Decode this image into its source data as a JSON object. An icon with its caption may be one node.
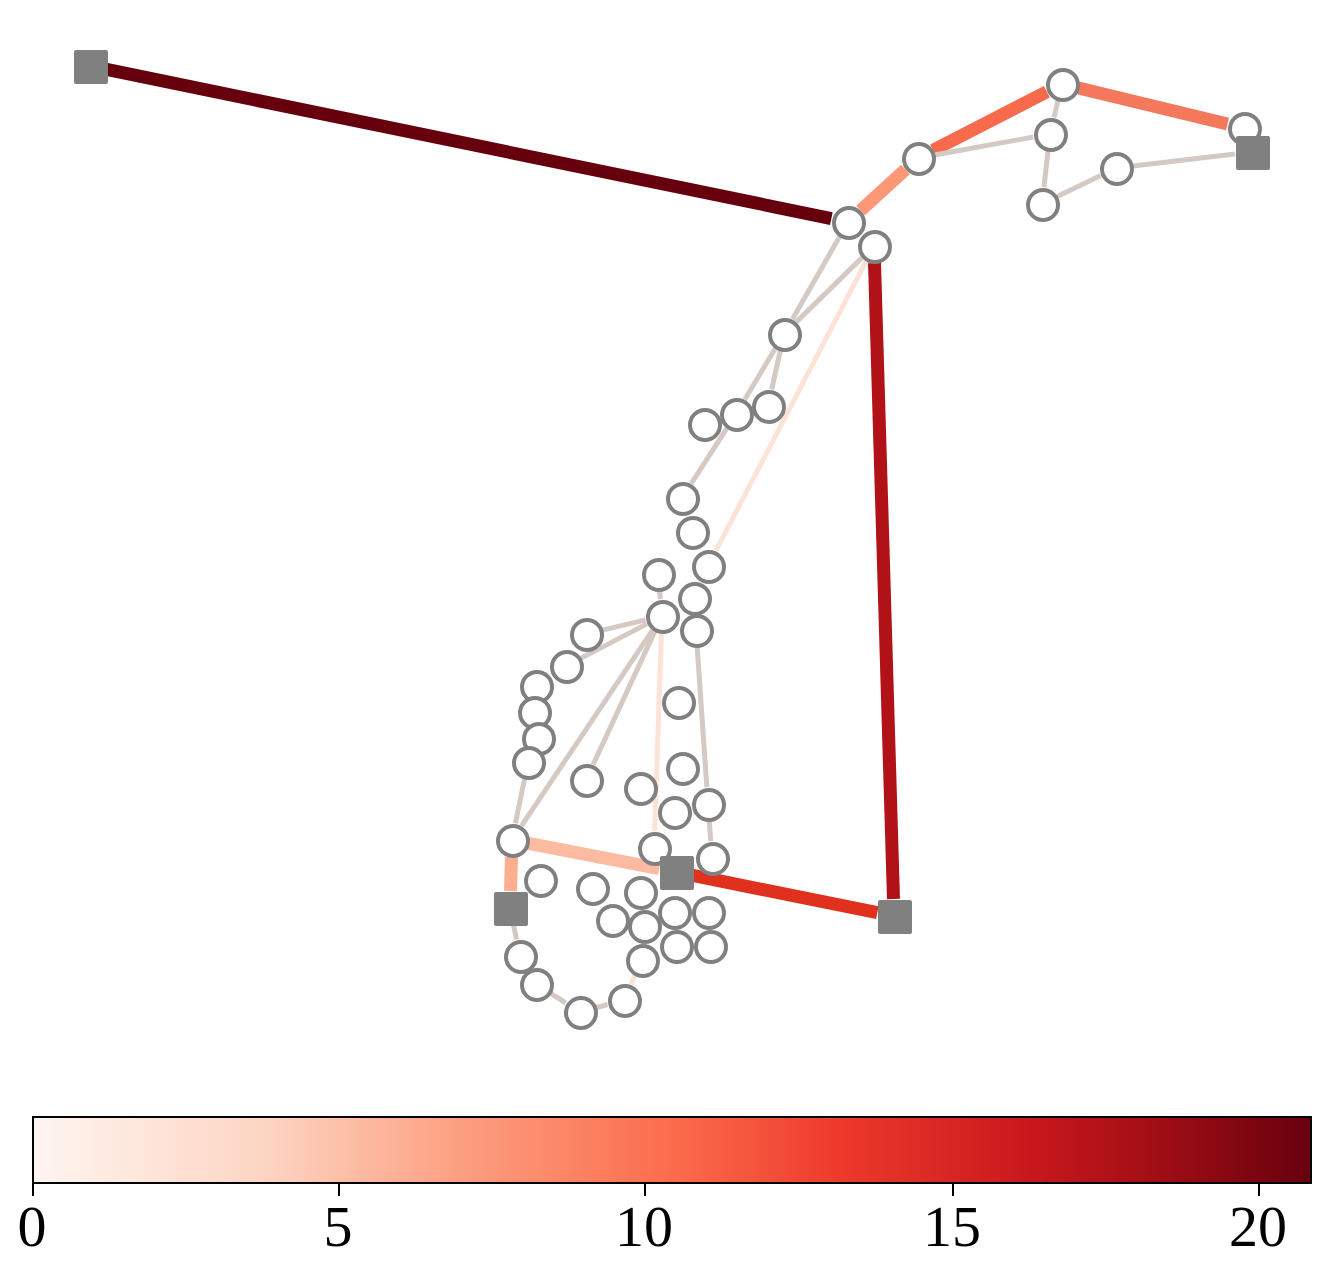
{
  "diagram": {
    "nodes": [
      {
        "text": [],
        "shape": "box"
      },
      {
        "text": [],
        "shape": "circle"
      },
      {
        "text": [],
        "shape": "circle"
      },
      {
        "text": [],
        "shape": "circle"
      },
      {
        "text": [],
        "shape": "box"
      },
      {
        "text": [],
        "shape": "circle"
      },
      {
        "text": [],
        "shape": "circle"
      },
      {
        "text": [],
        "shape": "circle"
      },
      {
        "text": [],
        "shape": "circle"
      },
      {
        "text": [],
        "shape": "circle"
      },
      {
        "text": [],
        "shape": "circle"
      },
      {
        "text": [],
        "shape": "circle"
      },
      {
        "text": [],
        "shape": "circle"
      },
      {
        "text": [],
        "shape": "circle"
      },
      {
        "text": [],
        "shape": "circle"
      },
      {
        "text": [],
        "shape": "circle"
      },
      {
        "text": [],
        "shape": "circle"
      },
      {
        "text": [],
        "shape": "circle"
      },
      {
        "text": [],
        "shape": "circle"
      },
      {
        "text": [],
        "shape": "circle"
      },
      {
        "text": [],
        "shape": "circle"
      },
      {
        "text": [],
        "shape": "circle"
      },
      {
        "text": [],
        "shape": "circle"
      },
      {
        "text": [],
        "shape": "circle"
      },
      {
        "text": [],
        "shape": "circle"
      },
      {
        "text": [],
        "shape": "circle"
      },
      {
        "text": [],
        "shape": "circle"
      },
      {
        "text": [],
        "shape": "circle"
      },
      {
        "text": [],
        "shape": "circle"
      },
      {
        "text": [],
        "shape": "circle"
      },
      {
        "text": [],
        "shape": "circle"
      },
      {
        "text": [],
        "shape": "circle"
      },
      {
        "text": [],
        "shape": "circle"
      },
      {
        "text": [],
        "shape": "circle"
      },
      {
        "text": [],
        "shape": "circle"
      },
      {
        "text": [],
        "shape": "circle"
      },
      {
        "text": [],
        "shape": "box"
      },
      {
        "text": [],
        "shape": "circle"
      },
      {
        "text": [],
        "shape": "circle"
      },
      {
        "text": [],
        "shape": "circle"
      },
      {
        "text": [],
        "shape": "circle"
      },
      {
        "text": [],
        "shape": "box"
      },
      {
        "text": [],
        "shape": "circle"
      },
      {
        "text": [],
        "shape": "circle"
      },
      {
        "text": [],
        "shape": "box"
      },
      {
        "text": [],
        "shape": "circle"
      },
      {
        "text": [],
        "shape": "circle"
      },
      {
        "text": [],
        "shape": "circle"
      },
      {
        "text": [],
        "shape": "circle"
      },
      {
        "text": [],
        "shape": "circle"
      },
      {
        "text": [],
        "shape": "circle"
      },
      {
        "text": [],
        "shape": "circle"
      },
      {
        "text": [],
        "shape": "circle"
      }
    ],
    "edges": [
      {
        "from": 0,
        "to": 8,
        "arrow": "none",
        "style": "thick",
        "color": "#67000d"
      },
      {
        "from": 9,
        "to": 44,
        "arrow": "none",
        "style": "thick",
        "color": "#b11218"
      },
      {
        "from": 44,
        "to": 36,
        "arrow": "none",
        "style": "thick",
        "color": "#e0301e"
      },
      {
        "from": 8,
        "to": 5,
        "arrow": "none",
        "style": "thick",
        "color": "#fc9777"
      },
      {
        "from": 5,
        "to": 1,
        "arrow": "none",
        "style": "thick",
        "color": "#f86a4c"
      },
      {
        "from": 1,
        "to": 2,
        "arrow": "none",
        "style": "thick",
        "color": "#f4785c"
      },
      {
        "from": 5,
        "to": 3,
        "arrow": "none"
      },
      {
        "from": 1,
        "to": 3,
        "arrow": "none"
      },
      {
        "from": 3,
        "to": 7,
        "arrow": "none"
      },
      {
        "from": 7,
        "to": 6,
        "arrow": "none"
      },
      {
        "from": 6,
        "to": 4,
        "arrow": "none"
      },
      {
        "from": 8,
        "to": 10,
        "arrow": "none"
      },
      {
        "from": 9,
        "to": 10,
        "arrow": "none"
      },
      {
        "from": 10,
        "to": 11,
        "arrow": "none"
      },
      {
        "from": 10,
        "to": 12,
        "arrow": "none"
      },
      {
        "from": 12,
        "to": 14,
        "arrow": "none"
      },
      {
        "from": 9,
        "to": 16,
        "arrow": "none",
        "color": "#fde3d7"
      },
      {
        "from": 17,
        "to": 20,
        "arrow": "none"
      },
      {
        "from": 20,
        "to": 21,
        "arrow": "none"
      },
      {
        "from": 20,
        "to": 22,
        "arrow": "none"
      },
      {
        "from": 20,
        "to": 28,
        "arrow": "none"
      },
      {
        "from": 20,
        "to": 33,
        "arrow": "none"
      },
      {
        "from": 19,
        "to": 31,
        "arrow": "none"
      },
      {
        "from": 20,
        "to": 34,
        "arrow": "none",
        "color": "#fde3d7"
      },
      {
        "from": 27,
        "to": 33,
        "arrow": "none"
      },
      {
        "from": 33,
        "to": 36,
        "arrow": "none",
        "style": "thick",
        "color": "#fcbba1"
      },
      {
        "from": 33,
        "to": 41,
        "arrow": "none",
        "style": "thick",
        "color": "#fcae91"
      },
      {
        "from": 41,
        "to": 49,
        "arrow": "none"
      },
      {
        "from": 50,
        "to": 52,
        "arrow": "none"
      },
      {
        "from": 52,
        "to": 51,
        "arrow": "none"
      },
      {
        "from": 51,
        "to": 48,
        "arrow": "none",
        "color": "#fde3d7"
      },
      {
        "from": 31,
        "to": 35,
        "arrow": "none"
      }
    ],
    "labels": [
      "0",
      "5",
      "10",
      "15",
      "20"
    ]
  }
}
